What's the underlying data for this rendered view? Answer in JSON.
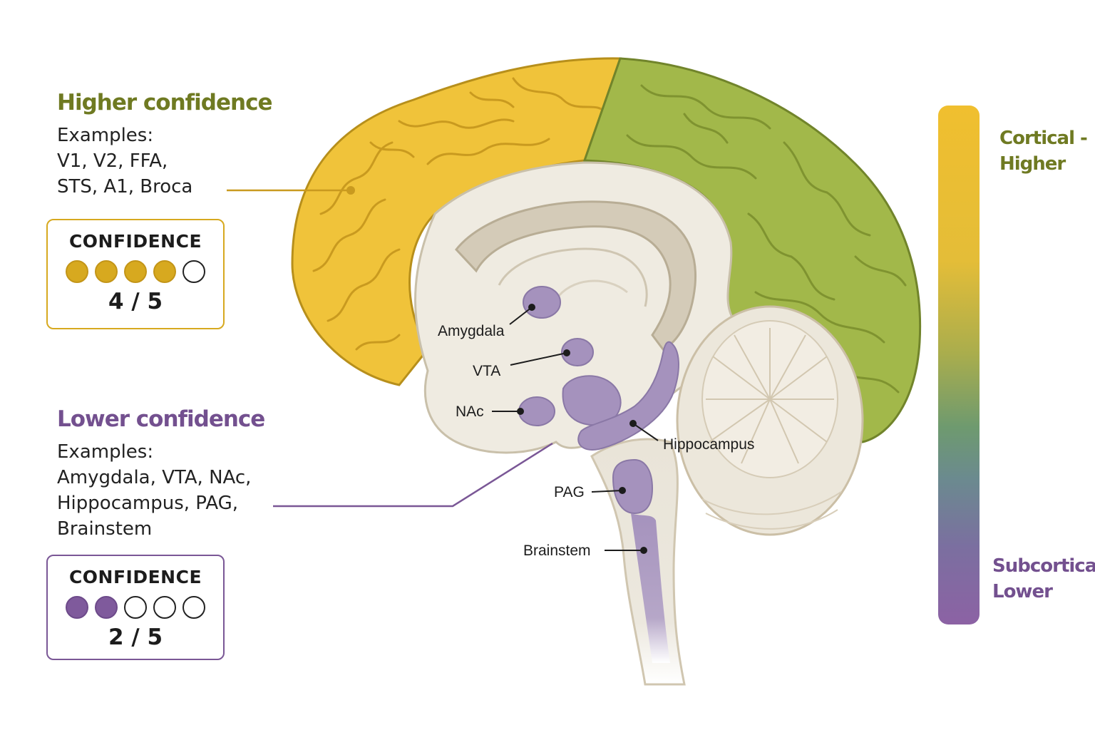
{
  "higher": {
    "heading": "Higher confidence",
    "examples": [
      "Examples:",
      "V1, V2, FFA,",
      "STS, A1, Broca"
    ],
    "confidence_label": "CONFIDENCE",
    "confidence_score": 4,
    "confidence_max": 5,
    "confidence_text": "4 / 5",
    "color": "#d7a91f"
  },
  "lower": {
    "heading": "Lower confidence",
    "examples": [
      "Examples:",
      "Amygdala, VTA, NAc,",
      "Hippocampus, PAG,",
      "Brainstem"
    ],
    "confidence_label": "CONFIDENCE",
    "confidence_score": 2,
    "confidence_max": 5,
    "confidence_text": "2 / 5",
    "color": "#7f5a9c"
  },
  "brain_labels": {
    "amygdala": "Amygdala",
    "vta": "VTA",
    "nac": "NAc",
    "hippocampus": "Hippocampus",
    "pag": "PAG",
    "brainstem": "Brainstem"
  },
  "colors": {
    "cortex_yellow": "#f0c33a",
    "cortex_green": "#a2b84a",
    "subcortical_purple": "#a592bd"
  },
  "scale": {
    "top_label": [
      "Cortical -",
      "Higher"
    ],
    "bottom_label": [
      "Subcortical -",
      "Lower"
    ]
  }
}
